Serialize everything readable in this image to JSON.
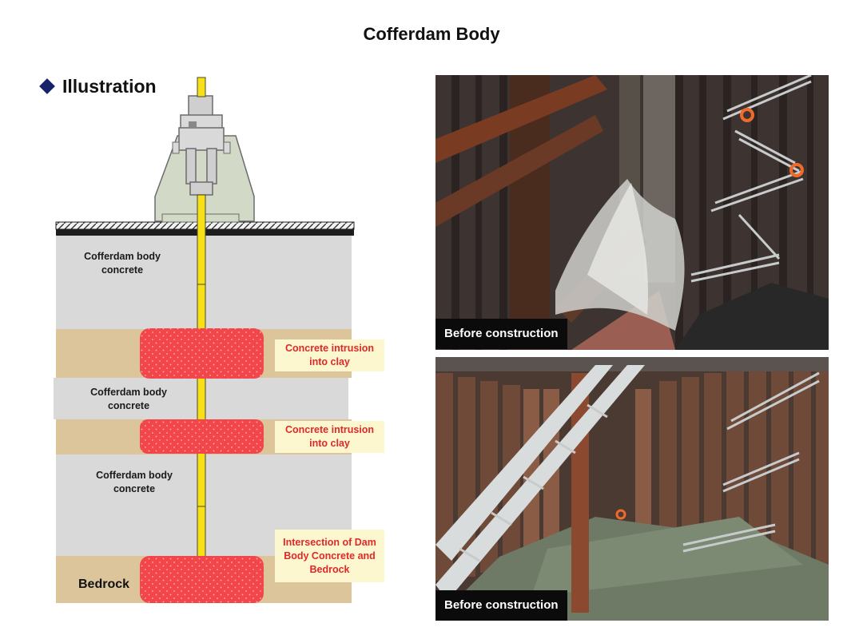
{
  "title": "Cofferdam Body",
  "section": {
    "title": "Illustration",
    "bullet_icon": "diamond-icon",
    "bullet_color": "#16236b"
  },
  "diagram": {
    "layers": {
      "concrete_1": "Cofferdam body concrete",
      "concrete_2": "Cofferdam body concrete",
      "concrete_3": "Cofferdam body concrete",
      "bedrock": "Bedrock"
    },
    "callouts": {
      "intrusion_1": "Concrete intrusion into clay",
      "intrusion_2": "Concrete intrusion into clay",
      "intersection": "Intersection of Dam Body Concrete and Bedrock"
    },
    "colors": {
      "concrete": "#d9d9d9",
      "clay": "#dcc59a",
      "intrusion": "#f2464b",
      "rod": "#f7e018",
      "machine": "#d2d9c6",
      "callout_bg": "#fdf7cf",
      "callout_text": "#e02828"
    }
  },
  "photos": [
    {
      "caption": "Before construction"
    },
    {
      "caption": "Before construction"
    }
  ]
}
